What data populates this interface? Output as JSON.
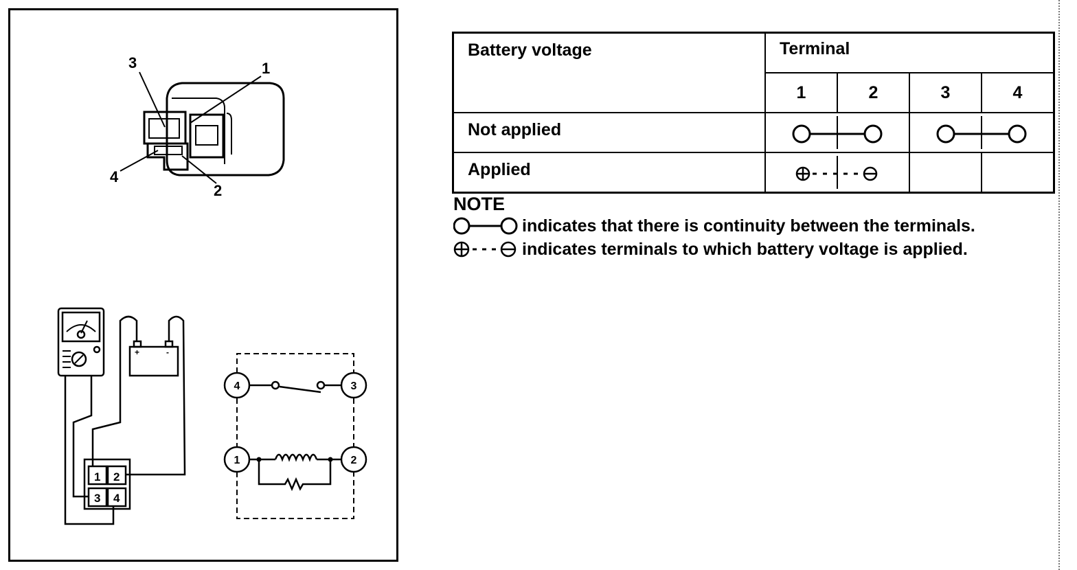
{
  "connector_pins": [
    "3",
    "1",
    "4",
    "2"
  ],
  "relay_terminals": [
    "4",
    "3",
    "1",
    "2"
  ],
  "pin_block": [
    "1",
    "2",
    "3",
    "4"
  ],
  "battery_signs": [
    "+",
    "-"
  ],
  "table": {
    "header_voltage": "Battery voltage",
    "header_terminal": "Terminal",
    "terminal_numbers": [
      "1",
      "2",
      "3",
      "4"
    ],
    "rows": [
      "Not applied",
      "Applied"
    ]
  },
  "note": {
    "title": "NOTE",
    "continuity_text": "indicates that there is continuity between the terminals.",
    "voltage_text": "indicates terminals to which battery voltage is applied."
  }
}
